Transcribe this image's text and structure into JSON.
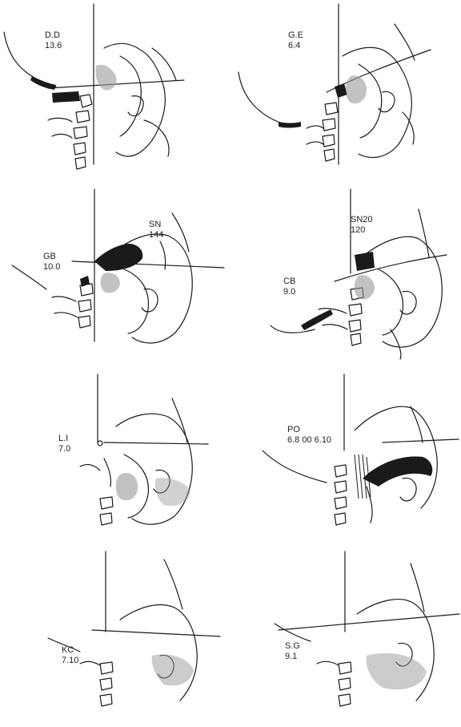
{
  "panels": [
    {
      "id": "dd",
      "code": "D.D",
      "value": "13.6"
    },
    {
      "id": "ge",
      "code": "G.E",
      "value": "6.4"
    },
    {
      "id": "gb",
      "code": "GB",
      "value": "10.0"
    },
    {
      "id": "sn",
      "code": "SN",
      "value": "144"
    },
    {
      "id": "sn20",
      "code": "SN20",
      "value": "120"
    },
    {
      "id": "cb",
      "code": "CB",
      "value": "9.0"
    },
    {
      "id": "li",
      "code": "L.I",
      "value": "7.0"
    },
    {
      "id": "po",
      "code": "PO",
      "value": "6.8 00 6.10"
    },
    {
      "id": "kc",
      "code": "KC",
      "value": "7.10"
    },
    {
      "id": "sg",
      "code": "S.G",
      "value": "9.1"
    }
  ],
  "colors": {
    "ink": "#1a1a1a",
    "stipple": "#9a9a9a"
  }
}
